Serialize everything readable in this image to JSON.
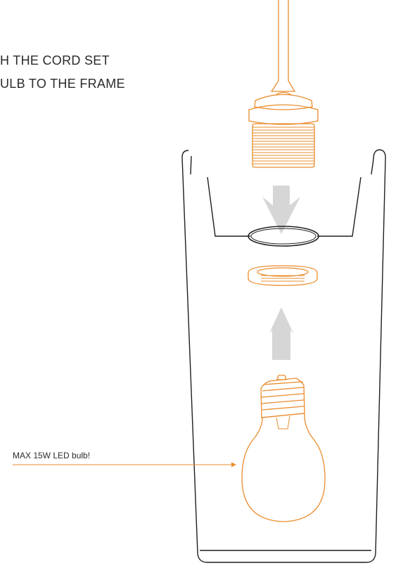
{
  "instructions": {
    "line_1": "H THE CORD SET",
    "line_2": "ULB TO THE FRAME"
  },
  "callout": {
    "text": "MAX 15W LED bulb!"
  },
  "colors": {
    "line": "#e98d2e",
    "frame": "#1f1f1f",
    "arrow": "#d6d6d6",
    "text": "#2b2b2b"
  },
  "icons": {
    "cord_set": "socket-with-cord-icon",
    "frame": "lamp-frame-icon",
    "ring": "socket-ring-icon",
    "shade_ring": "threaded-ring-icon",
    "bulb": "light-bulb-icon",
    "arrow_down": "arrow-down-icon",
    "arrow_up": "arrow-up-icon"
  }
}
